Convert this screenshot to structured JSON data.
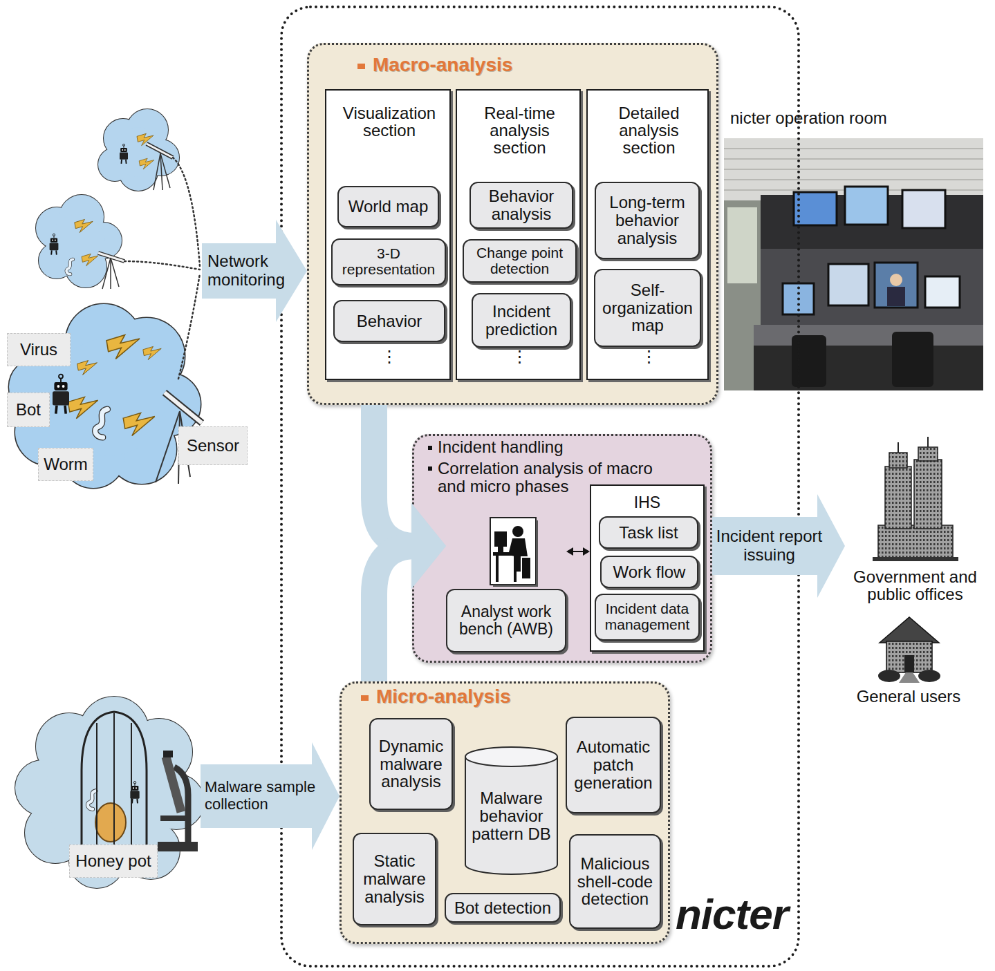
{
  "diagram": {
    "nodes": [
      {
        "text": [
          "nicter"
        ]
      },
      {
        "text": [
          "Macro-analysis"
        ],
        "in": 0
      },
      {
        "text": [
          "Visualization section",
          "⋮"
        ],
        "in": 1
      },
      {
        "text": [
          "World map"
        ],
        "in": 2
      },
      {
        "text": [
          "3-D representation"
        ],
        "in": 2
      },
      {
        "text": [
          "Behavior"
        ],
        "in": 2
      },
      {
        "text": [
          "Real-time analysis section",
          "⋮"
        ],
        "in": 1
      },
      {
        "text": [
          "Behavior analysis"
        ],
        "in": 6
      },
      {
        "text": [
          "Change point detection"
        ],
        "in": 6
      },
      {
        "text": [
          "Incident prediction"
        ],
        "in": 6
      },
      {
        "text": [
          "Detailed analysis section",
          "⋮"
        ],
        "in": 1
      },
      {
        "text": [
          "Long-term behavior analysis"
        ],
        "in": 10
      },
      {
        "text": [
          "Self-organization map"
        ],
        "in": 10
      },
      {
        "text": [
          "Incident handling",
          "Correlation analysis of macro and micro phases"
        ],
        "in": 0
      },
      {
        "text": [
          "Analyst work bench (AWB)"
        ],
        "in": 13
      },
      {
        "text": [
          "IHS"
        ],
        "in": 13
      },
      {
        "text": [
          "Task list"
        ],
        "in": 15
      },
      {
        "text": [
          "Work flow"
        ],
        "in": 15
      },
      {
        "text": [
          "Incident data management"
        ],
        "in": 15
      },
      {
        "text": [
          "Micro-analysis"
        ],
        "in": 0
      },
      {
        "text": [
          "Dynamic malware analysis"
        ],
        "in": 19
      },
      {
        "text": [
          "Malware behavior pattern DB"
        ],
        "in": 19
      },
      {
        "text": [
          "Automatic patch generation"
        ],
        "in": 19
      },
      {
        "text": [
          "Static malware analysis"
        ],
        "in": 19
      },
      {
        "text": [
          "Bot detection"
        ],
        "in": 19
      },
      {
        "text": [
          "Malicious shell-code detection"
        ],
        "in": 19
      },
      {
        "text": [
          "Virus",
          "Bot",
          "Worm"
        ]
      },
      {
        "text": [
          "Honey pot"
        ]
      },
      {
        "text": [
          "Government and public offices"
        ]
      },
      {
        "text": [
          "General users"
        ]
      }
    ],
    "edges": [
      {
        "from": 26,
        "to": 1,
        "label": "Network monitoring",
        "arrow": "to"
      },
      {
        "from": 27,
        "to": 19,
        "label": "Malware sample collection",
        "arrow": "to"
      },
      {
        "from": 1,
        "to": 14,
        "arrow": "to"
      },
      {
        "from": 19,
        "to": 14,
        "arrow": "to"
      },
      {
        "from": 14,
        "to": 15,
        "arrow": "both"
      },
      {
        "from": 13,
        "to": 28,
        "label": "Incident report issuing",
        "arrow": "to"
      }
    ],
    "labels": [
      "Sensor",
      "nicter operation room"
    ]
  }
}
